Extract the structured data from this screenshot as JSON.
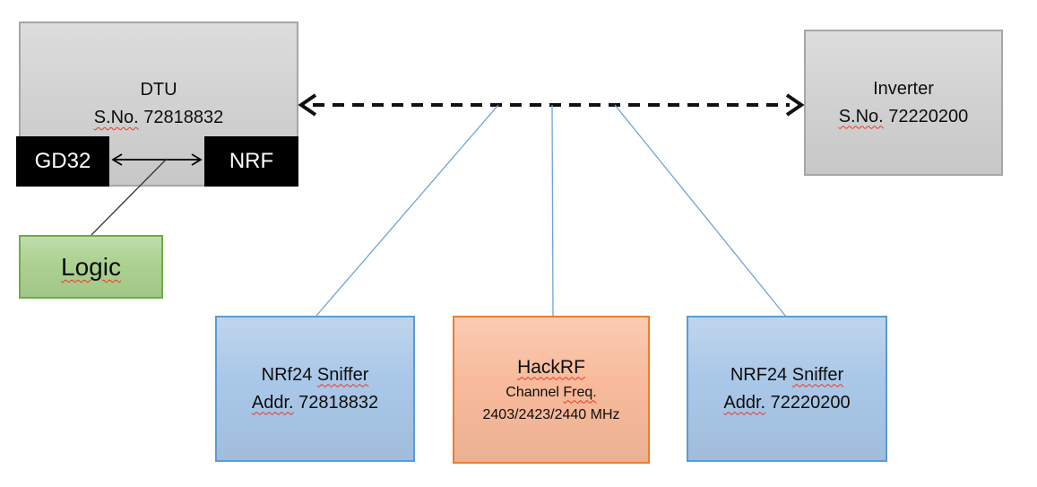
{
  "colors": {
    "gray_fill": "#d2d2d2",
    "gray_border": "#a6a6a6",
    "black_fill": "#000000",
    "green_fill": "#abd190",
    "green_border": "#70ad47",
    "blue_fill": "#a9c7e8",
    "blue_border": "#5b9bd5",
    "orange_fill": "#f8ba9b",
    "orange_border": "#ed7d31",
    "connector_blue": "#6fa3d9",
    "arrow_black": "#111111",
    "squiggle_red": "#ee3524"
  },
  "dtu": {
    "title": "DTU",
    "serial_label": "S.No.",
    "serial_number": "72818832"
  },
  "gd32": {
    "label": "GD32"
  },
  "nrf": {
    "label": "NRF"
  },
  "logic": {
    "label": "Logic"
  },
  "inverter": {
    "title": "Inverter",
    "serial_label": "S.No.",
    "serial_number": "72220200"
  },
  "sniffer_left": {
    "name_prefix": "NRf24",
    "name_word": "Sniffer",
    "addr_label": "Addr.",
    "addr_number": "72818832"
  },
  "hackrf": {
    "title": "HackRF",
    "freq_prefix": "Channel",
    "freq_word": "Freq.",
    "frequencies": "2403/2423/2440 MHz"
  },
  "sniffer_right": {
    "name_prefix": "NRF24",
    "name_word": "Sniffer",
    "addr_label": "Addr.",
    "addr_number": "72220200"
  }
}
